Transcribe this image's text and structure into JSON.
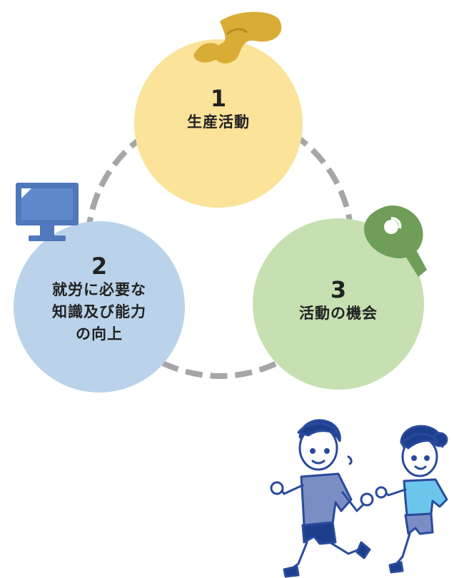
{
  "colors": {
    "circle1": "#fbe39a",
    "circle2": "#bad3ea",
    "circle3": "#c6e0b2",
    "dashed_ring": "#a6a6a6",
    "shoe": "#d9ad35",
    "monitor": "#4f78bd",
    "paddle": "#6e9e58",
    "boy_shirt": "#7a8ec4",
    "girl_shirt": "#6cc6ec",
    "shorts": "#1c3f8c",
    "outline": "#2a4a9c"
  },
  "nodes": [
    {
      "number": "1",
      "lines": [
        "生産活動"
      ],
      "icon": "shoe-icon"
    },
    {
      "number": "2",
      "lines": [
        "就労に必要な",
        "知識及び能力",
        "の向上"
      ],
      "icon": "monitor-icon"
    },
    {
      "number": "3",
      "lines": [
        "活動の機会"
      ],
      "icon": "table-tennis-paddle-icon"
    }
  ],
  "illustration": "two-children-running"
}
